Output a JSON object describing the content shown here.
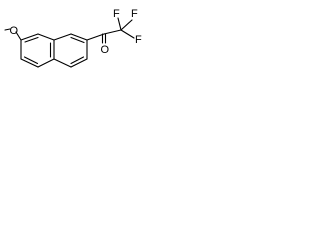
{
  "structure": {
    "atoms": {
      "O_methoxy": "O",
      "O_carbonyl": "O",
      "F1": "F",
      "F2": "F",
      "F3": "F"
    }
  },
  "style": {
    "bond_color": "#000000",
    "background": "#ffffff"
  }
}
